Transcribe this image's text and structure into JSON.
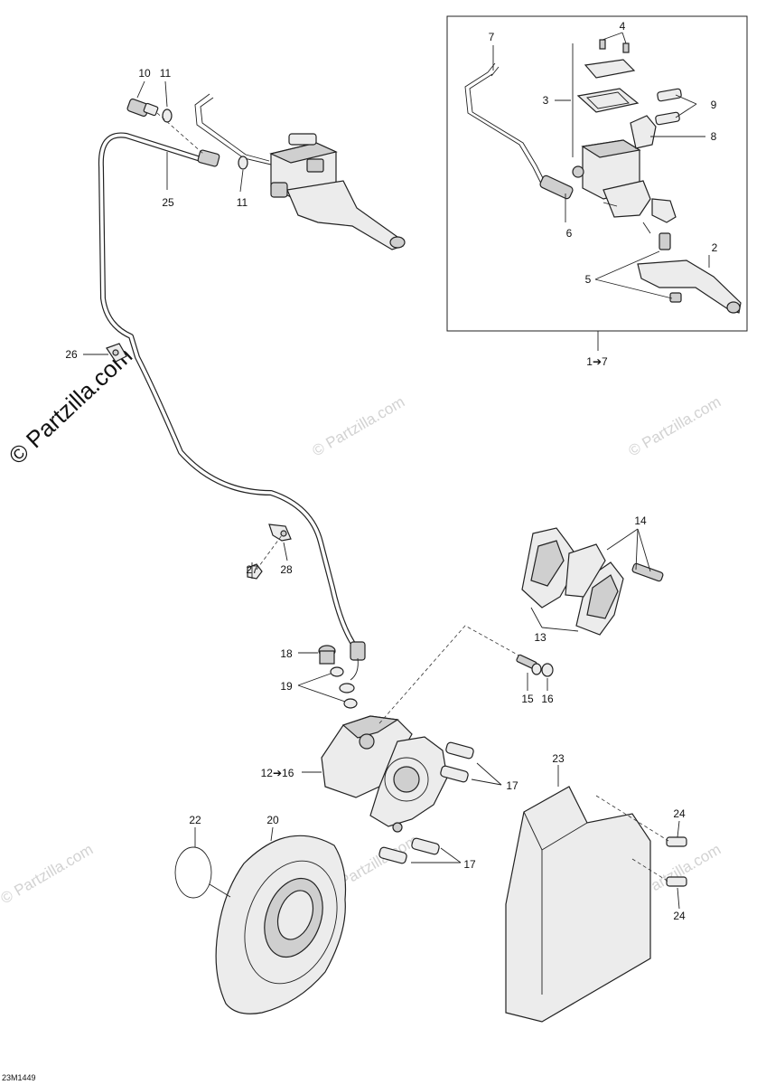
{
  "watermark": {
    "main": "© Partzilla.com",
    "repeat": "© Partzilla.com"
  },
  "drawing_code": "23M1449",
  "callouts": {
    "c1_7": "1➔7",
    "c2": "2",
    "c3": "3",
    "c4": "4",
    "c5": "5",
    "c6": "6",
    "c7": "7",
    "c8": "8",
    "c9": "9",
    "c10": "10",
    "c11a": "11",
    "c11b": "11",
    "c12_16": "12➔16",
    "c13": "13",
    "c14": "14",
    "c15": "15",
    "c16": "16",
    "c17a": "17",
    "c17b": "17",
    "c18": "18",
    "c19": "19",
    "c20": "20",
    "c22": "22",
    "c23": "23",
    "c24a": "24",
    "c24b": "24",
    "c25": "25",
    "c26": "26",
    "c27": "27",
    "c28": "28"
  }
}
